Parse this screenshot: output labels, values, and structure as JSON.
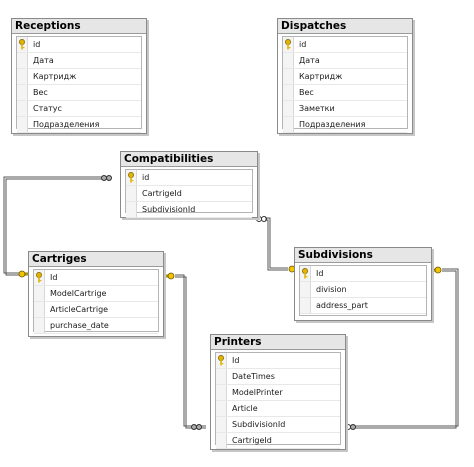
{
  "tables": [
    {
      "name": "Receptions",
      "columns": [
        "id",
        "Дата",
        "Картридж",
        "Вес",
        "Статус",
        "Подразделения"
      ]
    },
    {
      "name": "Dispatches",
      "columns": [
        "id",
        "Дата",
        "Картридж",
        "Вес",
        "Заметки",
        "Подразделения"
      ]
    },
    {
      "name": "Compatibilities",
      "columns": [
        "id",
        "CartrigeId",
        "SubdivisionId"
      ]
    },
    {
      "name": "Subdivisions",
      "columns": [
        "Id",
        "division",
        "address_part"
      ]
    },
    {
      "name": "Cartriges",
      "columns": [
        "Id",
        "ModelCartrige",
        "ArticleCartrige",
        "purchase_date"
      ]
    },
    {
      "name": "Printers",
      "columns": [
        "Id",
        "DateTimes",
        "ModelPrinter",
        "Article",
        "SubdivisionId",
        "CartrigeId"
      ]
    }
  ],
  "relationships": [
    {
      "from": "Compatibilities",
      "to": "Cartriges"
    },
    {
      "from": "Compatibilities",
      "to": "Subdivisions"
    },
    {
      "from": "Printers",
      "to": "Cartriges"
    },
    {
      "from": "Printers",
      "to": "Subdivisions"
    }
  ],
  "colors": {
    "key_icon": "#e0b400",
    "connector": "#555555",
    "header_bg": "#e6e6e6"
  }
}
